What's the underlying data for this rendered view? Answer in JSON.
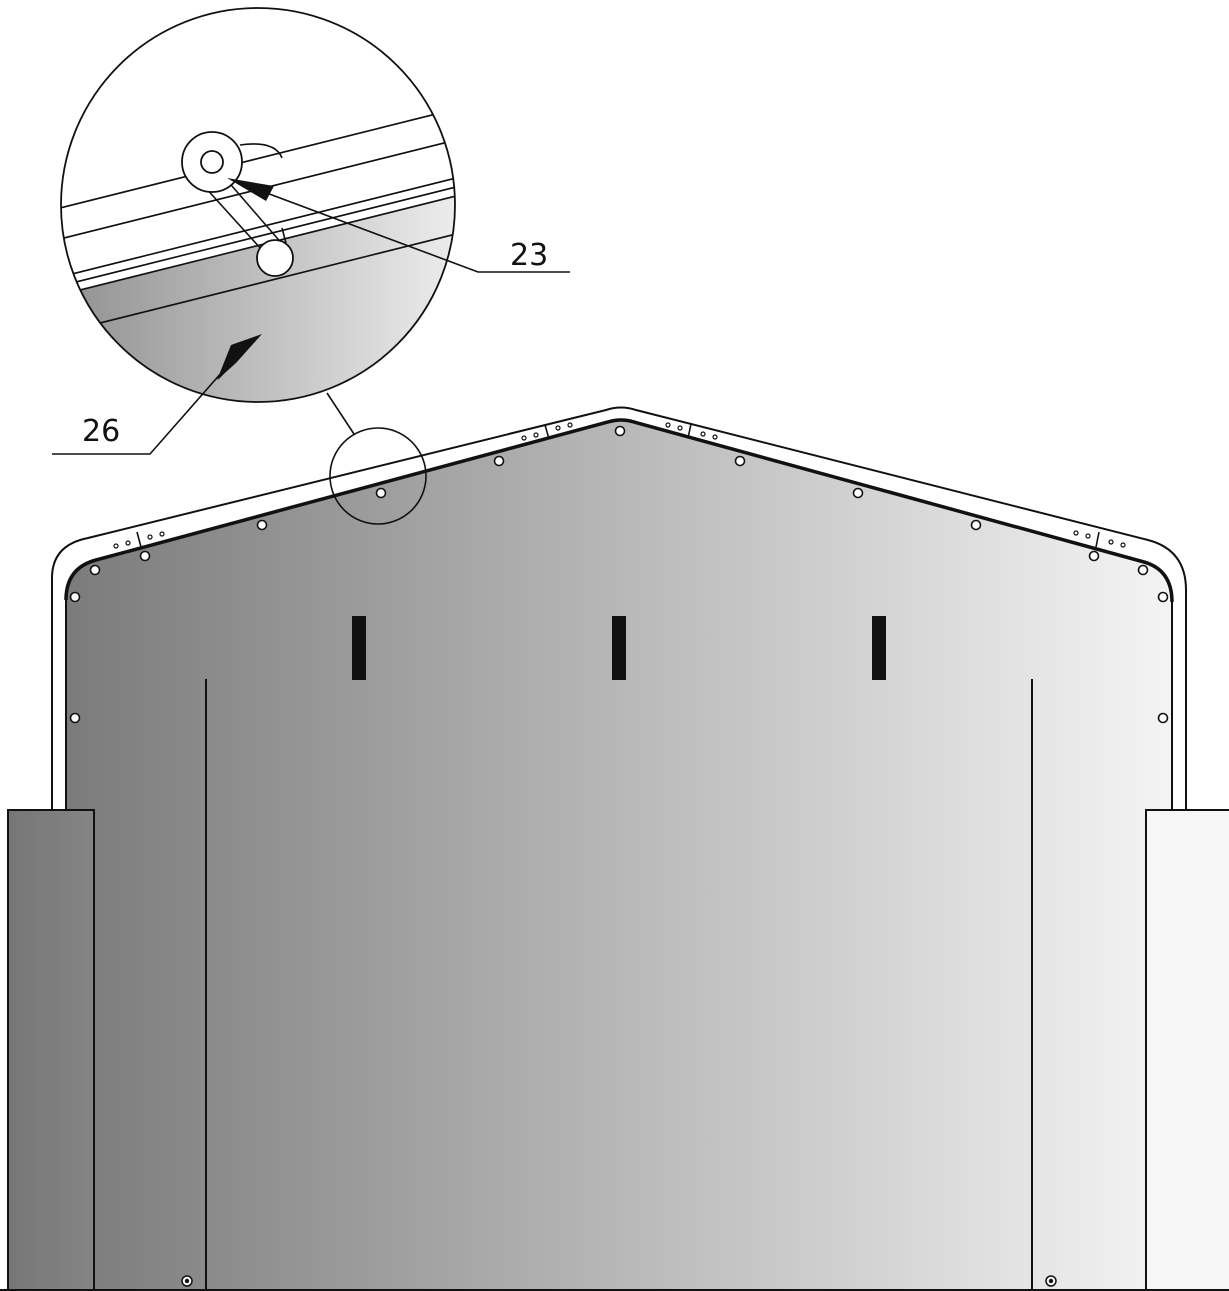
{
  "callouts": [
    {
      "label": "23",
      "refers_to": "pin-in-slot"
    },
    {
      "label": "26",
      "refers_to": "panel"
    }
  ],
  "colors": {
    "line": "#111111",
    "panel_dark": "#7b7b7b",
    "panel_light": "#f4f4f4",
    "background": "#ffffff"
  }
}
